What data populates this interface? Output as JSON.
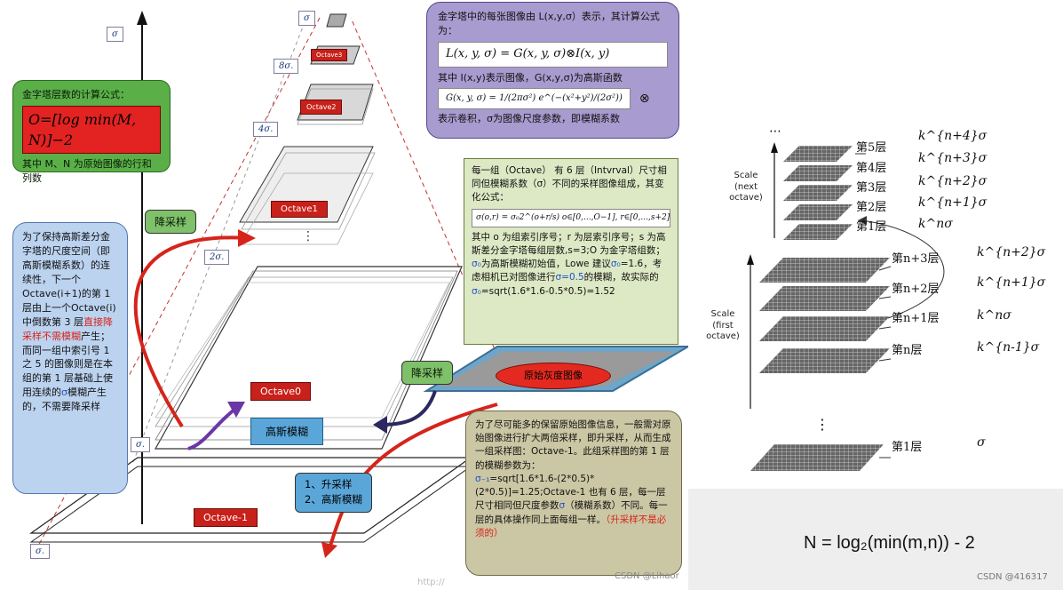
{
  "left_diagram": {
    "sigma_axis": "σ",
    "pyramid_tags": {
      "top": "σ",
      "t8": "8σ.",
      "t4": "4σ.",
      "t2": "2σ.",
      "t1": "σ.",
      "tm": "σ."
    },
    "octave_labels": {
      "o3": "Octave3",
      "o2": "Octave2",
      "o1": "Octave1",
      "o0": "Octave0",
      "om1": "Octave-1"
    },
    "green_box": {
      "title": "金字塔层数的计算公式：",
      "formula": "O=[log min(M, N)]−2",
      "note": "其中 M、N 为原始图像的行和列数"
    },
    "purple_box": {
      "line1": "金字塔中的每张图像由 L(x,y,σ）表示，其计算公式为：",
      "formula1": "L(x, y, σ) = G(x, y, σ)⊗I(x, y)",
      "line2": "其中 I(x,y)表示图像，G(x,y,σ)为高斯函数",
      "formula2": "G(x, y, σ) = 1/(2πσ²) e^(−(x²+y²)/(2σ²))",
      "line3": "表示卷积，σ为图像尺度参数，即模糊系数",
      "otimes": "⊗"
    },
    "lightgreen_box": {
      "p1": "每一组（Octave） 有 6 层（Intvrval）尺寸相同但模糊系数（σ）不同的采样图像组成，其变化公式：",
      "formula": "σ(o,r) = σ₀2^(o+r/s)   o∈[0,...,O−1], r∈[0,...,s+2]",
      "p2a": "其中 o 为组索引序号；r 为层索引序号；s 为高斯差分金字塔每组层数,s=3;O 为金字塔组数；",
      "sigma0": "σ₀",
      "p2b": "为高斯模糊初始值，Lowe 建议",
      "sigma0b": "σ₀",
      "p2c": "=1.6，考虑相机已对图像进行",
      "sigma05": "σ=0.5",
      "p2d": "的模糊，故实际的",
      "sigma0c": "σ₀",
      "p2e": "=sqrt(1.6*1.6-0.5*0.5)=1.52"
    },
    "blue_box": {
      "t1": "为了保持高斯差分金字塔的尺度空间（即高斯模糊系数）的连续性，下一个Octave(i+1)的第 1 层由上一个Octave(i)中倒数第 3 层",
      "t2": "直接降采样不需模糊",
      "t3": "产生；而同一组中索引号 1 之 5 的图像则是在本组的第 1 层基础上使用连续的",
      "t4": "σ",
      "t5": "模糊产生的，不需要降采样"
    },
    "khaki_box": {
      "t1": "为了尽可能多的保留原始图像信息，一般需对原始图像进行扩大两倍采样，即升采样，从而生成一组采样图：Octave-1。此组采样图的第 1 层的模糊参数为：",
      "t2": "σ₋₁",
      "t3": "=sqrt[1.6*1.6-(2*0.5)*(2*0.5)]=1.25;Octave-1 也有 6 层，每一层尺寸相同但尺度参数",
      "t4": "σ",
      "t5": "（模糊系数）不同。每一层的具体操作同上面每组一样。",
      "t6": "（升采样不是必须的）"
    },
    "callouts": {
      "downsample1": "降采样",
      "downsample2": "降采样",
      "gaussian_blur": "高斯模糊",
      "up1": "1、升采样",
      "up2": "2、高斯模糊",
      "original": "原始灰度图像"
    },
    "watermark": "CSDN @Lihaor",
    "url": "http://"
  },
  "right_diagram": {
    "dots": "⋯",
    "vdots": "⋮",
    "scale_next": "Scale\n(next\noctave)",
    "scale_first": "Scale\n(first\noctave)",
    "next_layers": [
      "第5层",
      "第4层",
      "第3层",
      "第2层",
      "第1层"
    ],
    "next_k": [
      "k^{n+4}σ",
      "k^{n+3}σ",
      "k^{n+2}σ",
      "k^{n+1}σ",
      "k^nσ"
    ],
    "first_layers": [
      "第n+3层",
      "第n+2层",
      "第n+1层",
      "第n层",
      "第1层"
    ],
    "first_k": [
      "k^{n+2}σ",
      "k^{n+1}σ",
      "k^nσ",
      "k^{n-1}σ",
      "σ"
    ],
    "formula": "N = log₂(min(m,n)) - 2",
    "watermark": "CSDN @416317"
  }
}
